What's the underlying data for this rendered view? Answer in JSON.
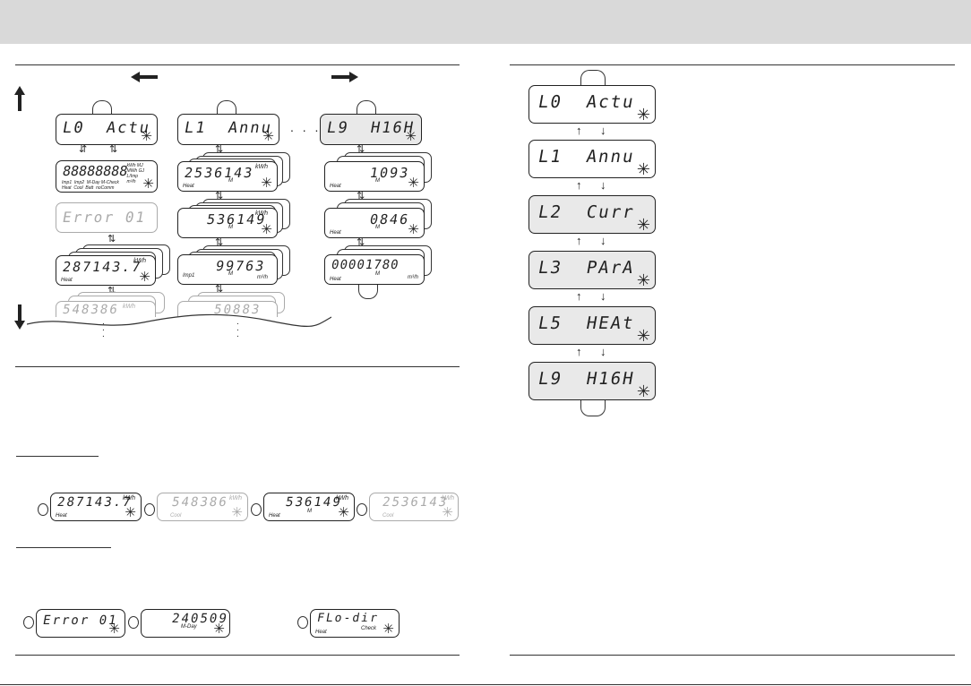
{
  "left_menu": {
    "level_titles": [
      {
        "id": "L0",
        "text": "L0  Actu"
      },
      {
        "id": "L1",
        "text": "L1  Annu"
      },
      {
        "id": "L9",
        "text": "L9  H16H"
      }
    ],
    "ellipsis": ". . .",
    "col0": {
      "segment_test": {
        "digits": "88888888",
        "units": "kWh MJ\nMWh GJ\nL/Imp\nm³/h",
        "labels": "Imp1  Imp2  M-Day M-Check\nHeat  Cool  Batt  noComm"
      },
      "error_display": "Error 01",
      "heat_value": {
        "digits": "287143.7",
        "unit": "kWh",
        "label": "Heat"
      },
      "cool_value": {
        "digits": "548386",
        "unit": "kWh"
      }
    },
    "col1": {
      "annual_value": {
        "digits": "2536143",
        "unit": "kWh",
        "label": "Heat",
        "marker": "M"
      },
      "annual_value2": {
        "digits": "536149",
        "unit": "kWh",
        "marker": "M"
      },
      "imp_value": {
        "digits": "99763",
        "unit": "m³/h",
        "label": "Imp1",
        "marker": "M"
      },
      "bottom_value": {
        "digits": "50883"
      }
    },
    "col9": {
      "max_value1": {
        "digits": "1093",
        "label": "Heat",
        "marker": "M"
      },
      "max_value2": {
        "digits": "0846",
        "label": "Heat",
        "marker": "M"
      },
      "max_value3": {
        "digits": "00001780",
        "unit": "m³/h",
        "label": "Heat",
        "marker": "M"
      }
    }
  },
  "right_menu": {
    "levels": [
      "L0  Actu",
      "L1  Annu",
      "L2  Curr",
      "L3  PArA",
      "L5  HEAt",
      "L9  H16H"
    ]
  },
  "rotation_row": [
    {
      "digits": "287143.7",
      "unit": "kWh",
      "label": "Heat",
      "faded": false
    },
    {
      "digits": "548386",
      "unit": "kWh",
      "label": "Cool",
      "faded": true
    },
    {
      "digits": "536149",
      "unit": "kWh",
      "label": "Heat",
      "marker": "M",
      "faded": false
    },
    {
      "digits": "2536143",
      "unit": "kWh",
      "label": "Cool",
      "faded": true
    }
  ],
  "error_row": [
    {
      "digits": "Error 01"
    },
    {
      "digits": "240509",
      "label": "M-Day"
    },
    {
      "digits": "FLo-dir",
      "label": "Heat",
      "sub": "Check"
    }
  ]
}
